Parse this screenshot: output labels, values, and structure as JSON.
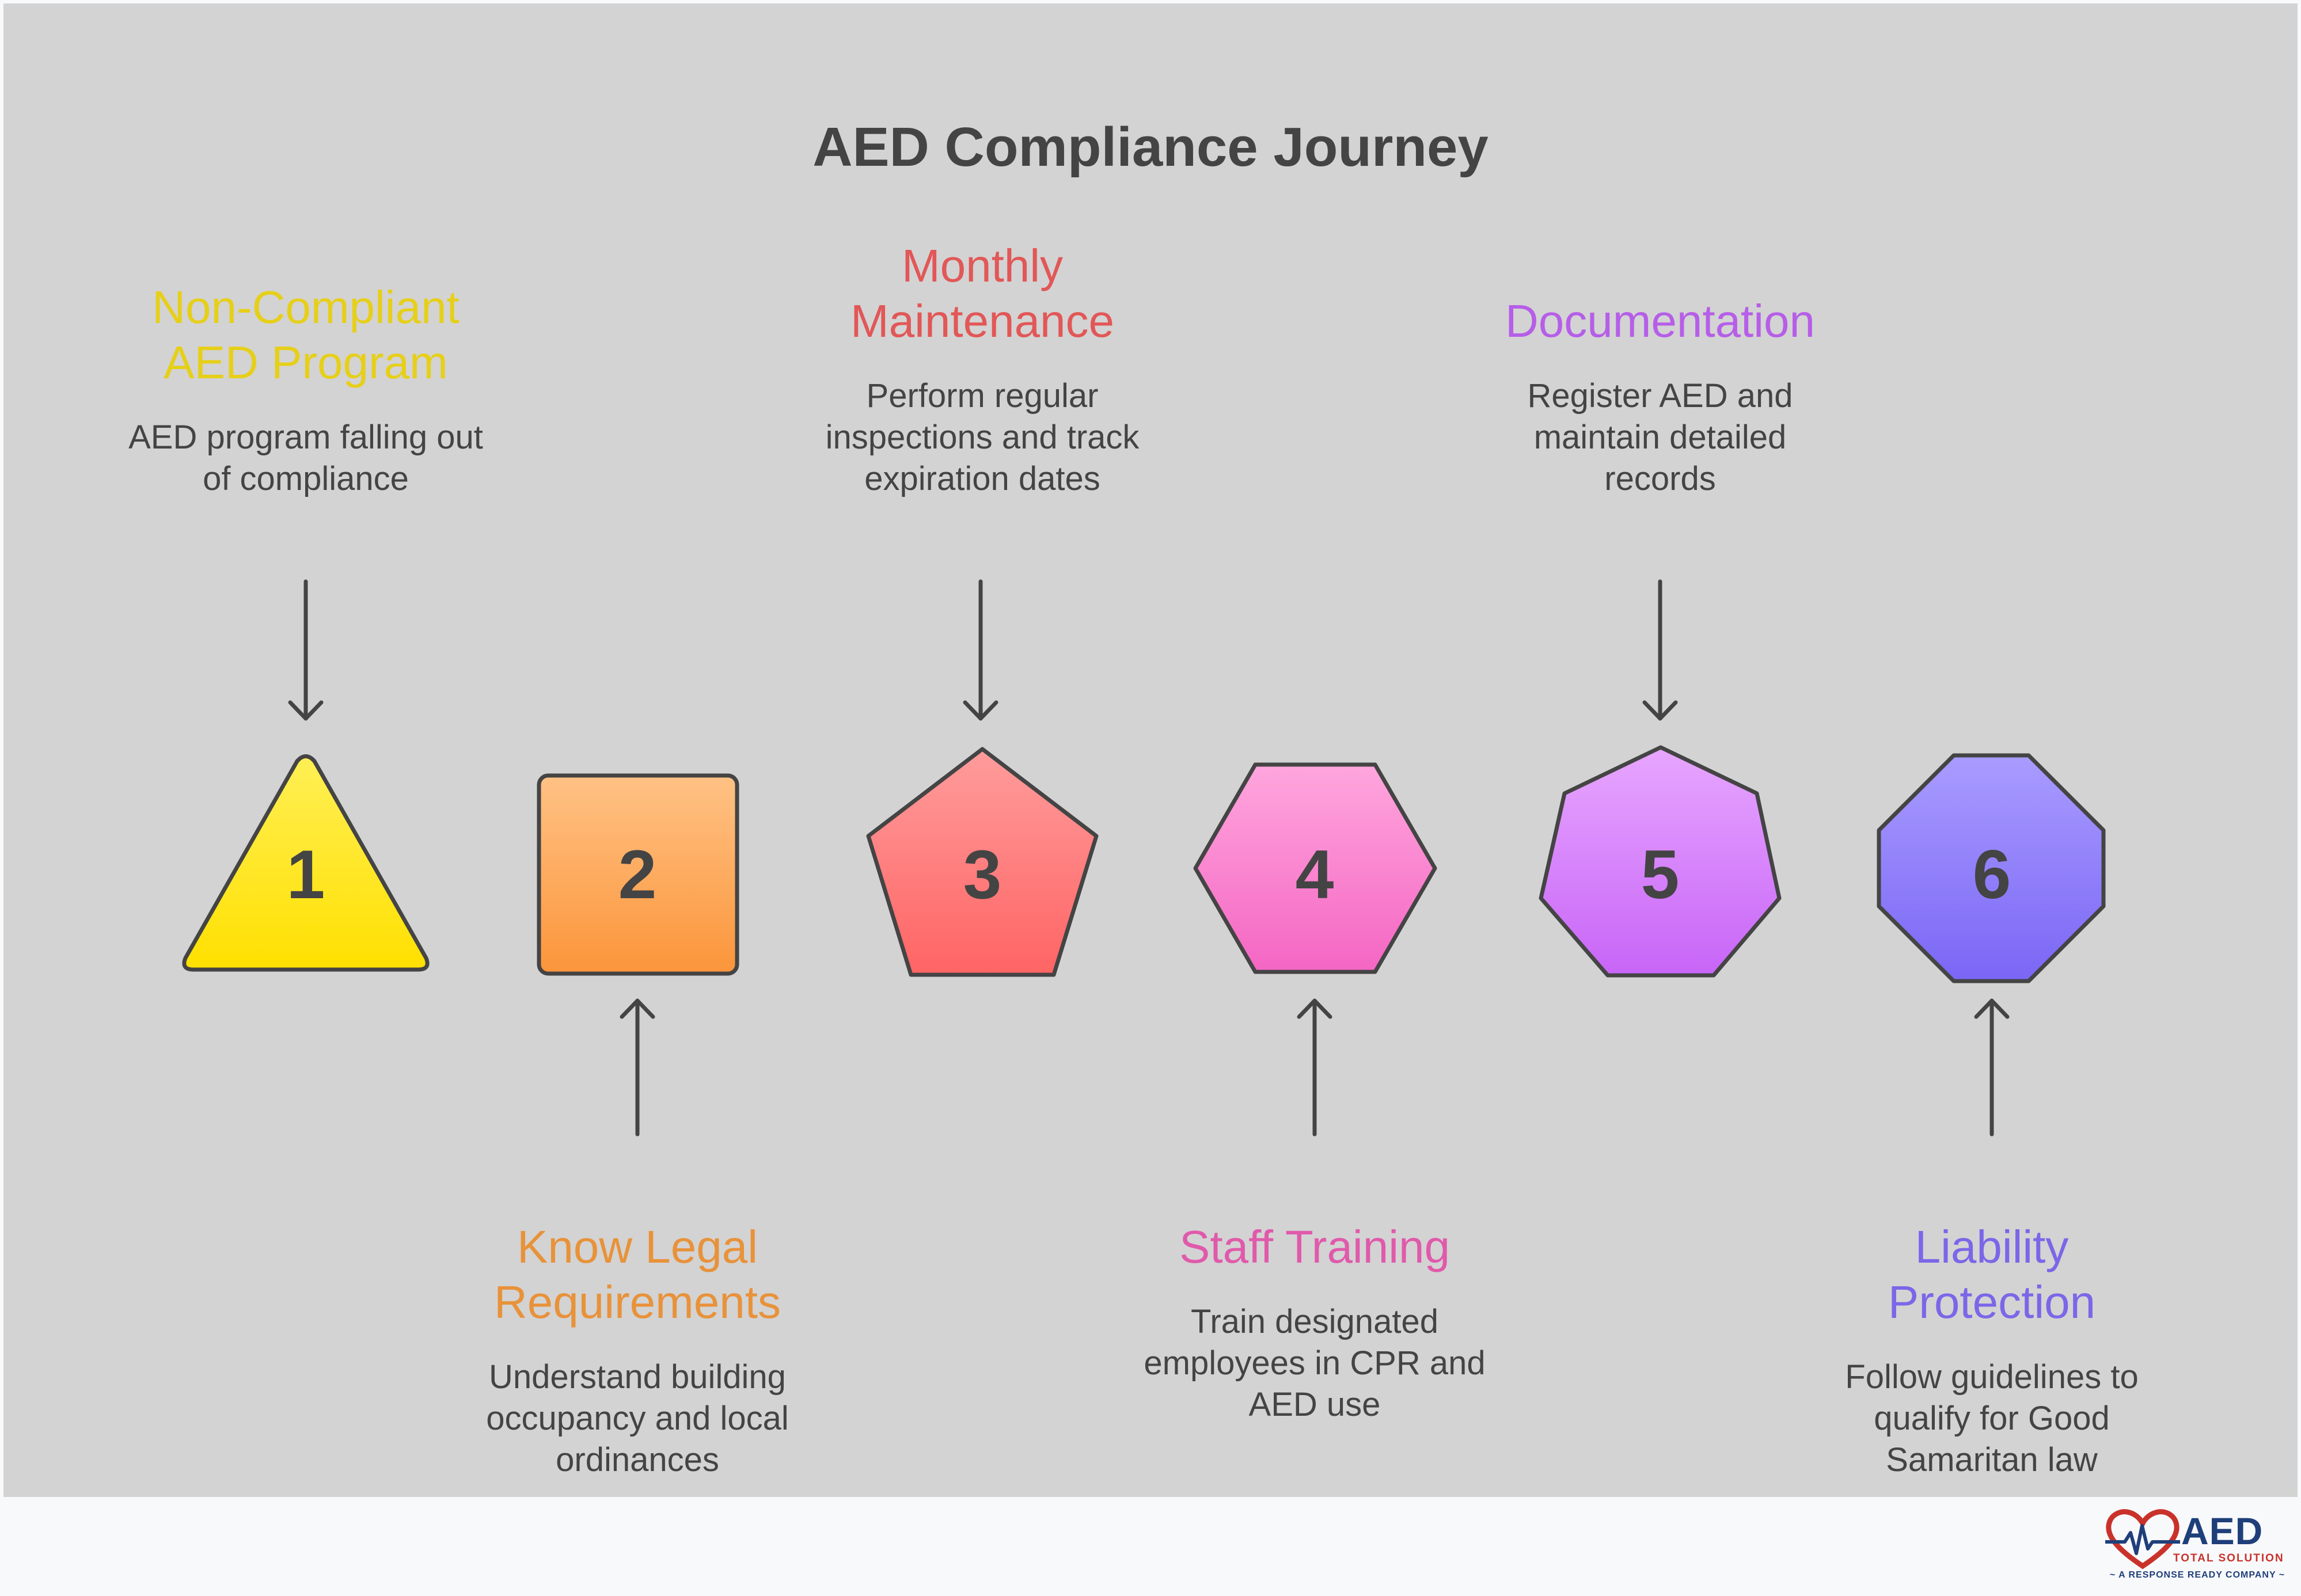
{
  "title": "AED Compliance Journey",
  "steps": [
    {
      "number": "1",
      "shape": "triangle",
      "title_lines": [
        "Non-Compliant",
        "AED Program"
      ],
      "desc_lines": [
        "AED program falling out",
        "of compliance"
      ],
      "color": "#e6cf18"
    },
    {
      "number": "2",
      "shape": "square",
      "title_lines": [
        "Know Legal",
        "Requirements"
      ],
      "desc_lines": [
        "Understand building",
        "occupancy and local",
        "ordinances"
      ],
      "color": "#e8923a"
    },
    {
      "number": "3",
      "shape": "pentagon",
      "title_lines": [
        "Monthly",
        "Maintenance"
      ],
      "desc_lines": [
        "Perform regular",
        "inspections and track",
        "expiration dates"
      ],
      "color": "#e25757"
    },
    {
      "number": "4",
      "shape": "hexagon",
      "title_lines": [
        "Staff Training"
      ],
      "desc_lines": [
        "Train designated",
        "employees in CPR and",
        "AED use"
      ],
      "color": "#e05aab"
    },
    {
      "number": "5",
      "shape": "heptagon",
      "title_lines": [
        "Documentation"
      ],
      "desc_lines": [
        "Register AED and",
        "maintain detailed",
        "records"
      ],
      "color": "#b65ee8"
    },
    {
      "number": "6",
      "shape": "octagon",
      "title_lines": [
        "Liability",
        "Protection"
      ],
      "desc_lines": [
        "Follow guidelines to",
        "qualify for Good",
        "Samaritan law"
      ],
      "color": "#7c66e8"
    }
  ],
  "logo": {
    "text": "AED",
    "subtext": "TOTAL SOLUTION",
    "tagline": "~ A RESPONSE READY COMPANY ~"
  },
  "colors": {
    "background": "#d3d3d3",
    "outline": "#444444",
    "shape_fills": [
      [
        "#ffef55",
        "#ffe000"
      ],
      [
        "#ffc285",
        "#fb953a"
      ],
      [
        "#ff9c9c",
        "#ff6464"
      ],
      [
        "#ffa6dd",
        "#f466c3"
      ],
      [
        "#e7a6ff",
        "#c865f7"
      ],
      [
        "#a99cff",
        "#7a66f5"
      ]
    ]
  }
}
